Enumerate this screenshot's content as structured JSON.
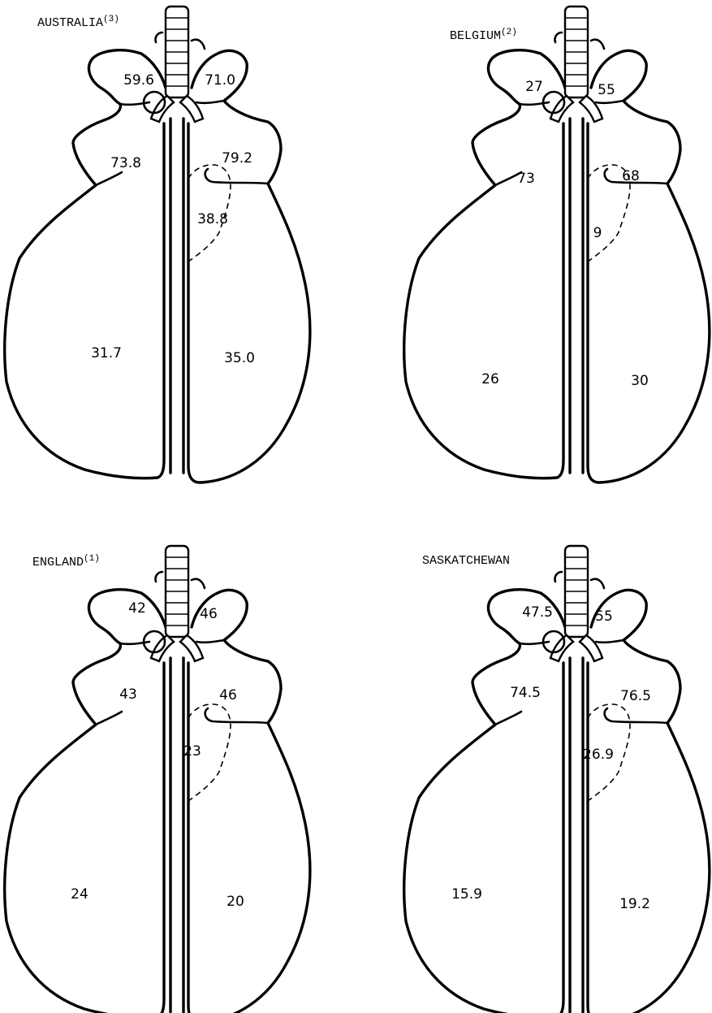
{
  "panels": [
    {
      "region": "AUSTRALIA",
      "ref": "(3)",
      "values": {
        "upper_left": "59.6",
        "upper_right": "71.0",
        "middle_left": "73.8",
        "middle_right": "79.2",
        "inner_right": "38.8",
        "lower_left": "31.7",
        "lower_right": "35.0"
      }
    },
    {
      "region": "BELGIUM",
      "ref": "(2)",
      "values": {
        "upper_left": "27",
        "upper_right": "55",
        "middle_left": "73",
        "middle_right": "68",
        "inner_right": "9",
        "lower_left": "26",
        "lower_right": "30"
      }
    },
    {
      "region": "ENGLAND",
      "ref": "(1)",
      "values": {
        "upper_left": "42",
        "upper_right": "46",
        "middle_left": "43",
        "middle_right": "46",
        "inner_right": "23",
        "lower_left": "24",
        "lower_right": "20"
      }
    },
    {
      "region": "SASKATCHEWAN",
      "ref": "",
      "values": {
        "upper_left": "47.5",
        "upper_right": "55",
        "middle_left": "74.5",
        "middle_right": "76.5",
        "inner_right": "26.9",
        "lower_left": "15.9",
        "lower_right": "19.2"
      }
    }
  ]
}
